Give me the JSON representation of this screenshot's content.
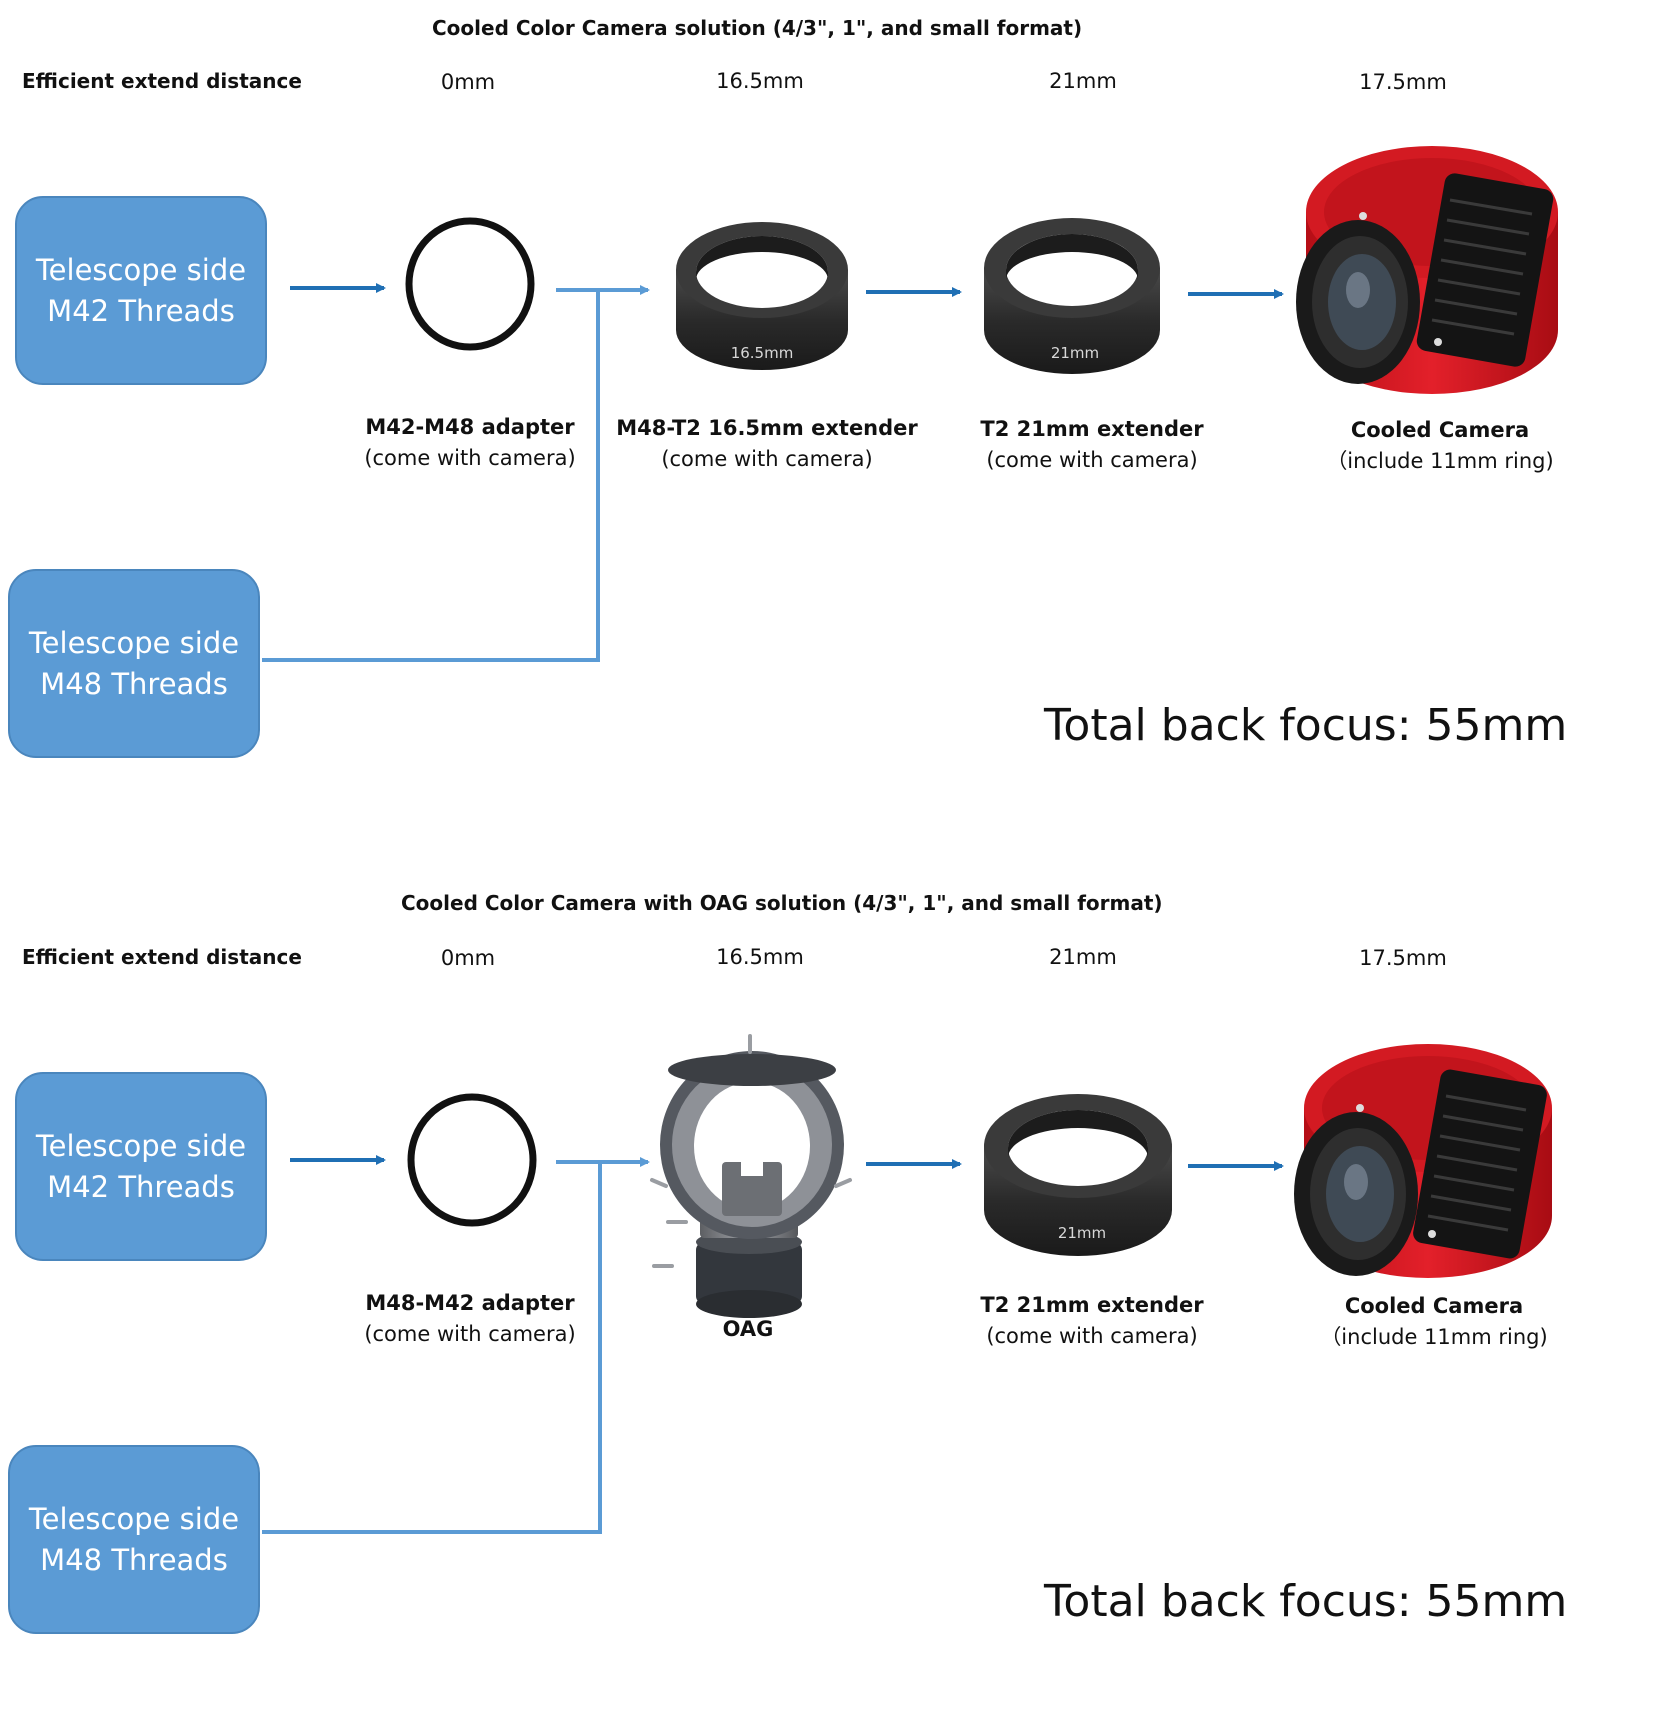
{
  "colors": {
    "box_fill": "#5b9bd5",
    "arrow": "#1f6fb4",
    "line": "#5b9bd5",
    "camera_red": "#d8151e"
  },
  "sections": [
    {
      "title": "Cooled Color Camera solution (4/3\", 1\", and small format)",
      "row_label": "Efficient extend distance",
      "distances": [
        "0mm",
        "16.5mm",
        "21mm",
        "17.5mm"
      ],
      "box_m42": [
        "Telescope side",
        "M42 Threads"
      ],
      "box_m48": [
        "Telescope side",
        "M48 Threads"
      ],
      "components": [
        {
          "icon": "o-ring-icon",
          "name": "M42-M48 adapter",
          "note": "(come with camera)"
        },
        {
          "icon": "extender-ring-icon",
          "name": "M48-T2 16.5mm extender",
          "note": "(come with camera)",
          "engraving": "16.5mm"
        },
        {
          "icon": "extender-ring-icon",
          "name": "T2 21mm extender",
          "note": "(come with camera)",
          "engraving": "21mm"
        },
        {
          "icon": "cooled-camera-icon",
          "name": "Cooled Camera",
          "note": "（include 11mm ring)"
        }
      ],
      "total": "Total back focus: 55mm"
    },
    {
      "title": "Cooled Color Camera with OAG solution (4/3\", 1\", and small format)",
      "row_label": "Efficient extend distance",
      "distances": [
        "0mm",
        "16.5mm",
        "21mm",
        "17.5mm"
      ],
      "box_m42": [
        "Telescope side",
        "M42 Threads"
      ],
      "box_m48": [
        "Telescope side",
        "M48 Threads"
      ],
      "components": [
        {
          "icon": "o-ring-icon",
          "name": "M48-M42 adapter",
          "note": "(come with camera)"
        },
        {
          "icon": "oag-icon",
          "name": "OAG",
          "note": ""
        },
        {
          "icon": "extender-ring-icon",
          "name": "T2 21mm extender",
          "note": "(come with camera)",
          "engraving": "21mm"
        },
        {
          "icon": "cooled-camera-icon",
          "name": "Cooled Camera",
          "note": "（include 11mm ring)"
        }
      ],
      "total": "Total back focus: 55mm"
    }
  ]
}
